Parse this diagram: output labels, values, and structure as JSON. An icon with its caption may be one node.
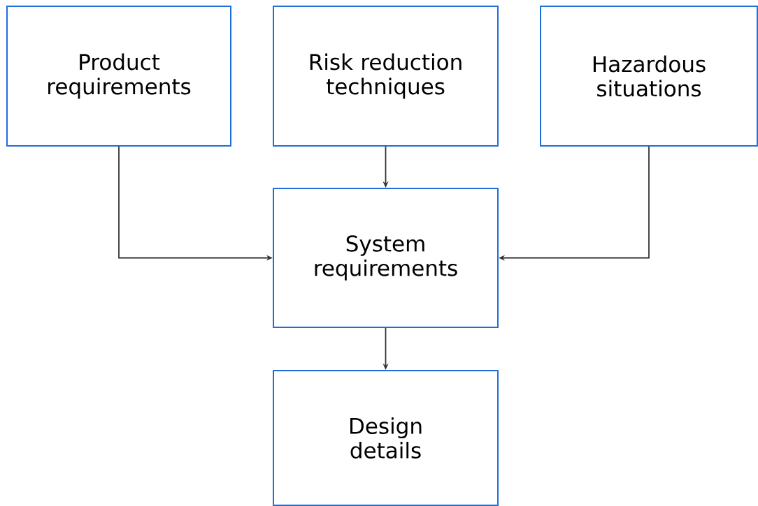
{
  "diagram": {
    "nodes": [
      {
        "text": [
          "Product requirements"
        ]
      },
      {
        "text": [
          "Risk reduction techniques"
        ]
      },
      {
        "text": [
          "Hazardous situations"
        ]
      },
      {
        "text": [
          "System requirements"
        ]
      },
      {
        "text": [
          "Design details"
        ]
      }
    ],
    "edges": [
      {
        "from": 0,
        "to": 3,
        "arrow": "to"
      },
      {
        "from": 1,
        "to": 3,
        "arrow": "to"
      },
      {
        "from": 2,
        "to": 3,
        "arrow": "to"
      },
      {
        "from": 3,
        "to": 4,
        "arrow": "to"
      }
    ]
  }
}
